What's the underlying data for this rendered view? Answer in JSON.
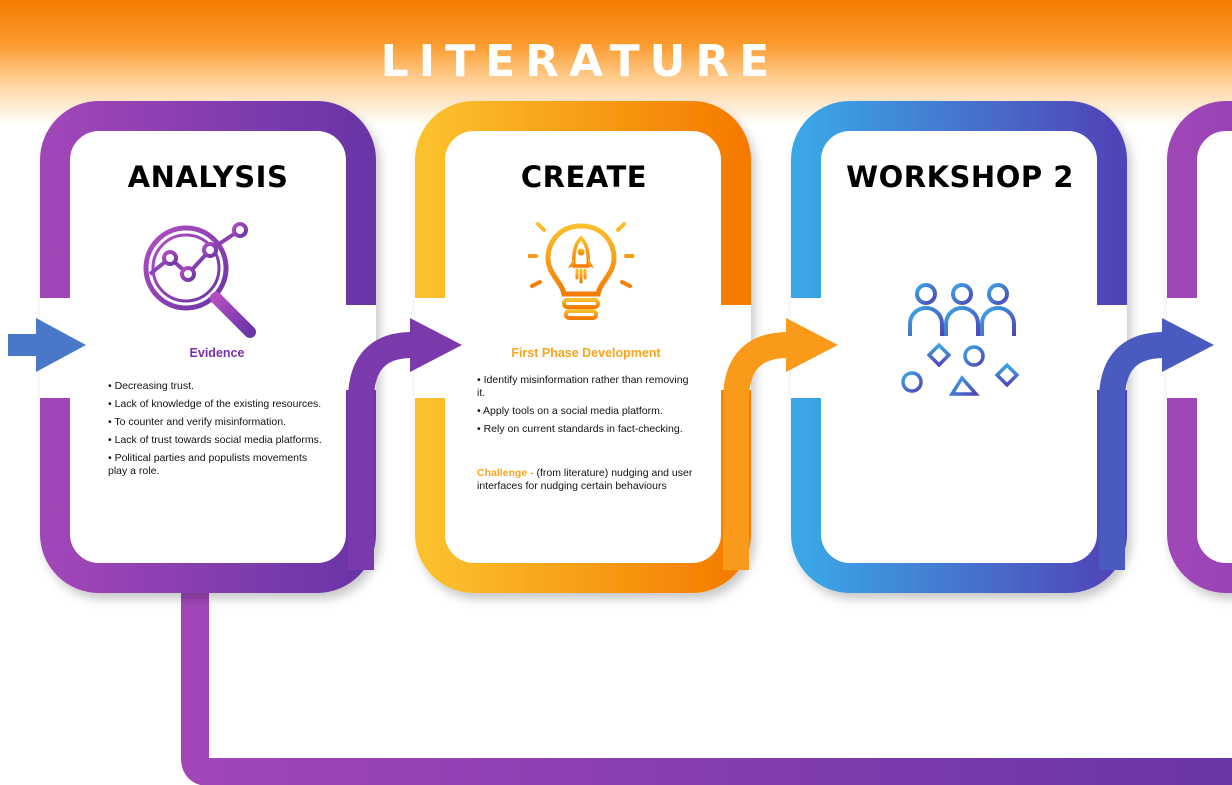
{
  "banner": {
    "title": "LITERATURE"
  },
  "cards": [
    {
      "title": "ANALYSIS",
      "icon": "analytics-magnifier-icon",
      "subtitle": "Evidence",
      "bullets": [
        "• Decreasing trust.",
        "• Lack of knowledge of the existing resources.",
        "• To counter and verify misinformation.",
        "• Lack of trust towards social media platforms.",
        "• Political parties and populists movements play a role."
      ]
    },
    {
      "title": "CREATE",
      "icon": "rocket-lightbulb-icon",
      "subtitle": "First Phase Development",
      "bullets": [
        "• Identify misinformation rather than removing it.",
        "• Apply tools on a social media platform.",
        "• Rely on current standards in fact-checking."
      ],
      "challenge_label": "Challenge -",
      "challenge_text": " (from literature) nudging and user interfaces for nudging certain behaviours"
    },
    {
      "title": "WORKSHOP 2",
      "icon": "group-people-shapes-icon"
    }
  ],
  "colors": {
    "banner": "#f57c00",
    "analysis": "#8e3fb0",
    "create": "#f7a51c",
    "workshop": "#3f73c9",
    "subtitle_analysis": "#7b2fa6",
    "subtitle_create": "#f7a51c"
  }
}
